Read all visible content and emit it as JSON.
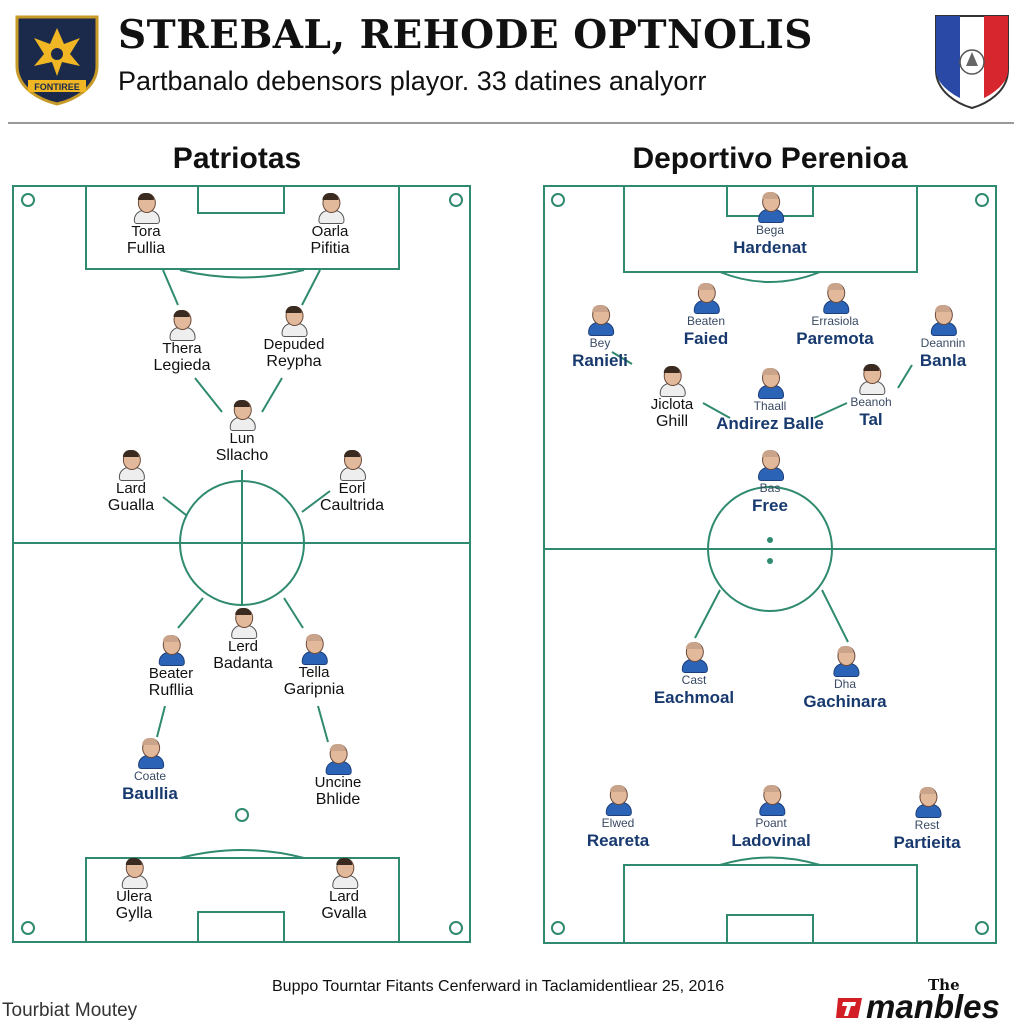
{
  "header": {
    "title": "STREBAL, REHODE OPTNOLIS",
    "subtitle": "Partbanalo debensors playor. 33 datines analyorr",
    "left_crest_text": "FONTIREE"
  },
  "teams": [
    {
      "name": "Patriotas",
      "players": [
        {
          "line1": "Tora",
          "line2": "Fullia"
        },
        {
          "line1": "Oarla",
          "line2": "Pifitia"
        },
        {
          "line1": "Thera",
          "line2": "Legieda"
        },
        {
          "line1": "Depuded",
          "line2": "Reypha"
        },
        {
          "line1": "Lun",
          "line2": "Sllacho"
        },
        {
          "line1": "Lard",
          "line2": "Gualla"
        },
        {
          "line1": "Eorl",
          "line2": "Caultrida"
        },
        {
          "line1": "Lerd",
          "line2": "Badanta"
        },
        {
          "line1": "Beater",
          "line2": "Rufllia"
        },
        {
          "line1": "Tella",
          "line2": "Garipnia"
        },
        {
          "line1": "Coate",
          "line2": "Baullia"
        },
        {
          "line1": "Uncine",
          "line2": "Bhlide"
        },
        {
          "line1": "Ulera",
          "line2": "Gylla"
        },
        {
          "line1": "Lard",
          "line2": "Gvalla"
        }
      ]
    },
    {
      "name": "Deportivo Perenioa",
      "players": [
        {
          "line1": "Bega",
          "line2": "Hardenat"
        },
        {
          "line1": "Bey",
          "line2": "Ranieli"
        },
        {
          "line1": "Beaten",
          "line2": "Faied"
        },
        {
          "line1": "Errasiola",
          "line2": "Paremota"
        },
        {
          "line1": "Deannin",
          "line2": "Banla"
        },
        {
          "line1": "Jiclota",
          "line2": "Ghill"
        },
        {
          "line1": "Thaall",
          "line2": "Andirez Balle"
        },
        {
          "line1": "Beanoh",
          "line2": "Tal"
        },
        {
          "line1": "Bas",
          "line2": "Free"
        },
        {
          "line1": "Cast",
          "line2": "Eachmoal"
        },
        {
          "line1": "Dha",
          "line2": "Gachinara"
        },
        {
          "line1": "Elwed",
          "line2": "Reareta"
        },
        {
          "line1": "Poant",
          "line2": "Ladovinal"
        },
        {
          "line1": "Rest",
          "line2": "Partieita"
        }
      ]
    }
  ],
  "footer": {
    "caption": "Buppo Tourntar Fitants Cenferward in Taclamidentliear 25, 2016",
    "left_text": "Tourbiat Moutey",
    "brand_small": "The",
    "brand_name": "manbles"
  },
  "colors": {
    "pitch_line": "#2f8a6f",
    "navy": "#17396e",
    "crest_gold": "#f0b623",
    "crest_navy": "#1b2a4a",
    "flag_red": "#d8262e",
    "flag_blue": "#2a48a6",
    "brand_red": "#d21f26"
  }
}
